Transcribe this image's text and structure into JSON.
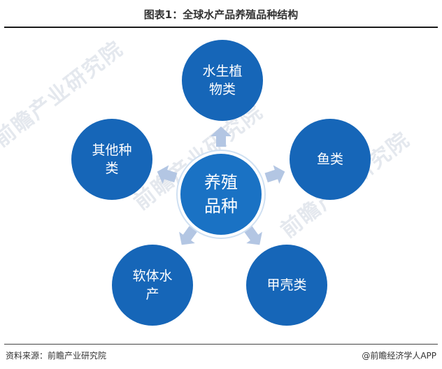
{
  "title": "图表1：全球水产品养殖品种结构",
  "diagram": {
    "center": {
      "line1": "养殖",
      "line2": "品种"
    },
    "nodes": {
      "top": {
        "line1": "水生植",
        "line2": "物类"
      },
      "right": {
        "line1": "鱼类",
        "line2": ""
      },
      "bottom_right": {
        "line1": "甲壳类",
        "line2": ""
      },
      "bottom_left": {
        "line1": "软体水",
        "line2": "产"
      },
      "left": {
        "line1": "其他种",
        "line2": "类"
      }
    }
  },
  "watermark": {
    "text": "前瞻产业研究院"
  },
  "footer": {
    "source": "资料来源：前瞻产业研究院",
    "brand": "@前瞻经济学人APP"
  },
  "colors": {
    "node": "#1666b8",
    "arrow": "#b3c6e3",
    "text": "#333333"
  }
}
